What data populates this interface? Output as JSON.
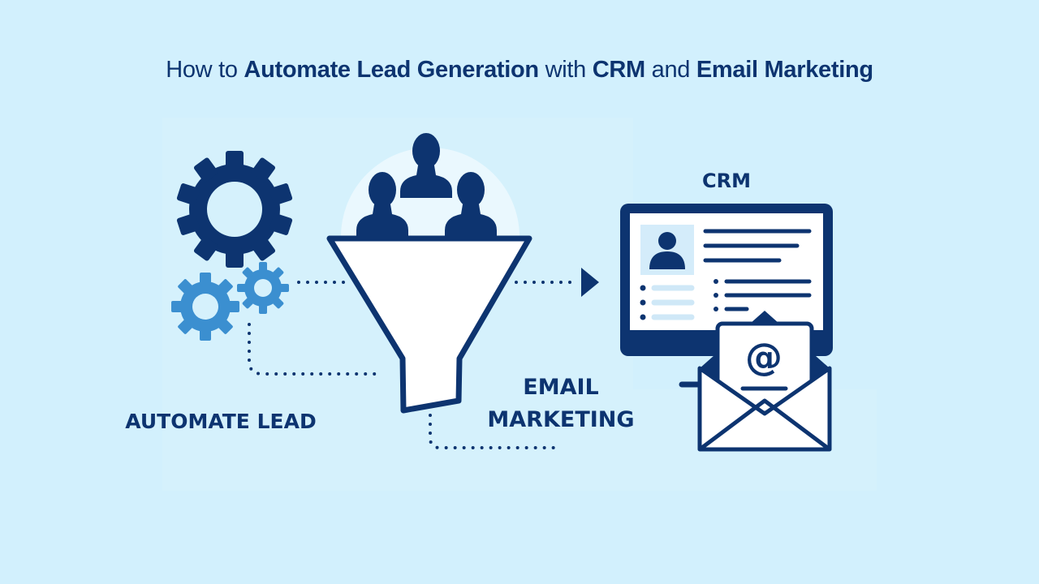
{
  "title": {
    "parts": [
      {
        "text": "How to ",
        "bold": false
      },
      {
        "text": "Automate Lead Generation",
        "bold": true
      },
      {
        "text": " with ",
        "bold": false
      },
      {
        "text": "CRM",
        "bold": true
      },
      {
        "text": " and ",
        "bold": false
      },
      {
        "text": "Email Marketing",
        "bold": true
      }
    ]
  },
  "labels": {
    "automate_lead": "AUTOMATE LEAD",
    "crm": "CRM",
    "email_line1": "EMAIL",
    "email_line2": "MARKETING",
    "at_symbol": "@"
  },
  "colors": {
    "background": "#d2f0fd",
    "navy": "#0d3470",
    "gear_light": "#3b8fd0",
    "white": "#ffffff",
    "pale": "#d4ecfa"
  },
  "icons": [
    "gear-large-icon",
    "gear-small-icon",
    "gear-small-icon",
    "users-group-icon",
    "funnel-icon",
    "arrow-right-icon",
    "crm-monitor-icon",
    "contact-card-icon",
    "email-envelope-icon"
  ]
}
